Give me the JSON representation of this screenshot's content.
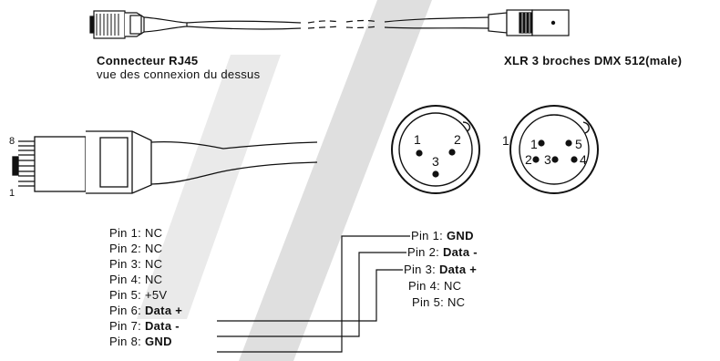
{
  "top": {
    "rj45_title": "Connecteur RJ45",
    "rj45_subtitle": "vue des connexion du dessus",
    "xlr_title": "XLR 3 broches DMX 512(male)"
  },
  "rj45_plug": {
    "pin_top_label": "8",
    "pin_bottom_label": "1"
  },
  "xlr3_face": {
    "pins": [
      "1",
      "2",
      "3"
    ]
  },
  "xlr5_face": {
    "side_label": "1",
    "pins": [
      "1",
      "2",
      "3",
      "4",
      "5"
    ]
  },
  "rj45_pins": [
    {
      "name": "Pin 1:",
      "value": "NC"
    },
    {
      "name": "Pin 2:",
      "value": "NC"
    },
    {
      "name": "Pin 3:",
      "value": "NC"
    },
    {
      "name": "Pin 4:",
      "value": "NC"
    },
    {
      "name": "Pin 5:",
      "value": "+5V"
    },
    {
      "name": "Pin 6:",
      "value": "Data +"
    },
    {
      "name": "Pin 7:",
      "value": "Data -"
    },
    {
      "name": "Pin 8:",
      "value": "GND"
    }
  ],
  "xlr_pins": [
    {
      "name": "Pin 1:",
      "value": "GND"
    },
    {
      "name": "Pin 2:",
      "value": "Data -"
    },
    {
      "name": "Pin 3:",
      "value": "Data +"
    },
    {
      "name": "Pin 4:",
      "value": "NC"
    },
    {
      "name": "Pin 5:",
      "value": "NC"
    }
  ],
  "colors": {
    "line": "#111111",
    "watermark": "#d9d9d9"
  }
}
